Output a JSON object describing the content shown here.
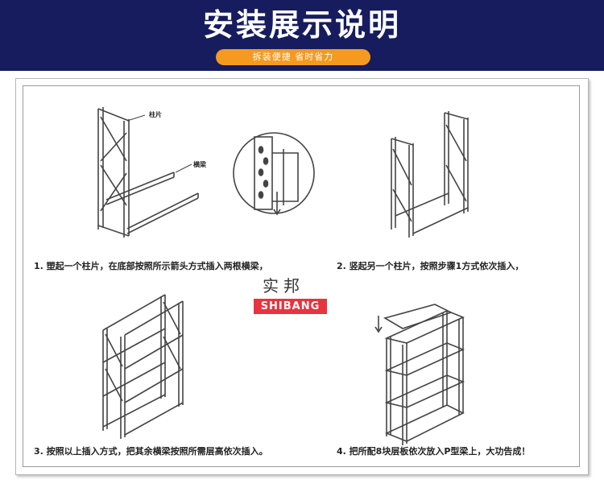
{
  "header": {
    "title": "安装展示说明",
    "subtitle": "拆装便捷 省时省力"
  },
  "labels": {
    "column": "柱片",
    "beam": "横梁"
  },
  "steps": [
    {
      "caption": "1. 塑起一个柱片，在底部按照所示箭头方式插入两根横梁，"
    },
    {
      "caption": "2. 竖起另一个柱片，按照步骤1方式依次插入，"
    },
    {
      "caption": "3. 按照以上插入方式，把其余横梁按照所需层高依次插入。"
    },
    {
      "caption": "4. 把所配8块层板依次放入P型梁上，大功告成！"
    }
  ],
  "logo": {
    "chinese": "实邦",
    "english": "SHIBANG"
  },
  "colors": {
    "header_bg": "#161c5e",
    "pill_bg": "#f39a1f",
    "logo_red": "#e7343f"
  }
}
